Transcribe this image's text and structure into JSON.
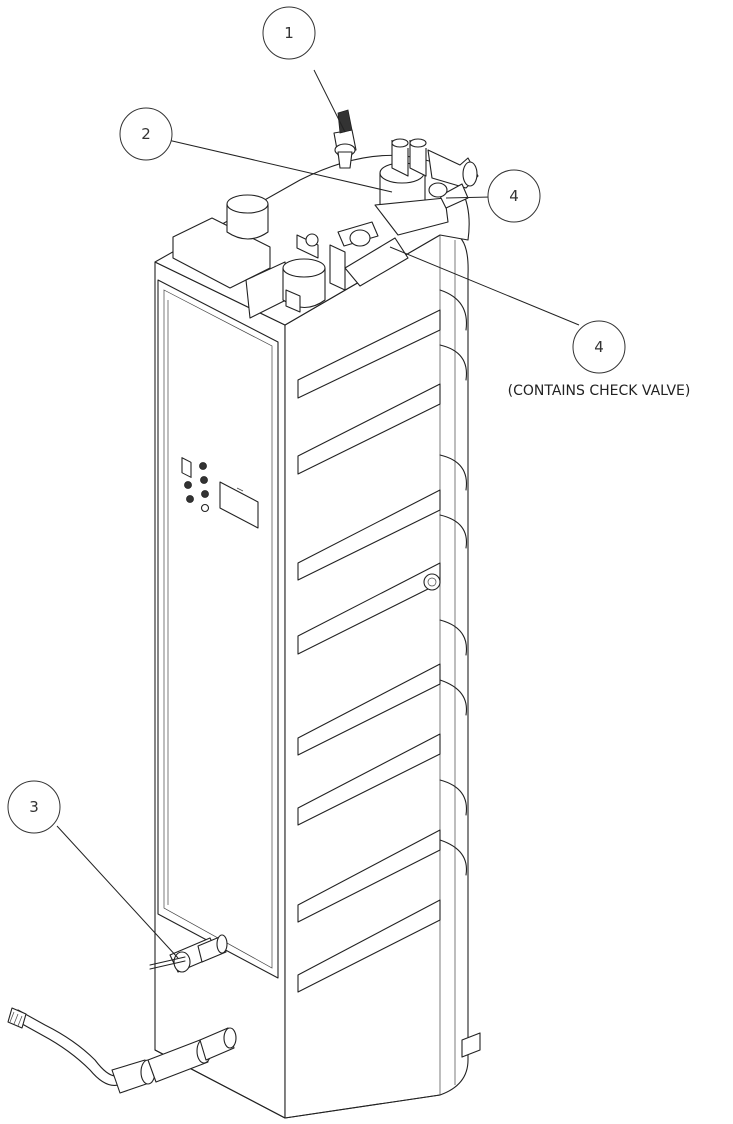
{
  "callouts": [
    {
      "id": "1",
      "label": "1"
    },
    {
      "id": "2",
      "label": "2"
    },
    {
      "id": "3",
      "label": "3"
    },
    {
      "id": "4a",
      "label": "4"
    },
    {
      "id": "4b",
      "label": "4"
    }
  ],
  "notes": {
    "check_valve": "(CONTAINS CHECK VALVE)"
  },
  "colors": {
    "line": "#222222",
    "background": "#ffffff"
  }
}
